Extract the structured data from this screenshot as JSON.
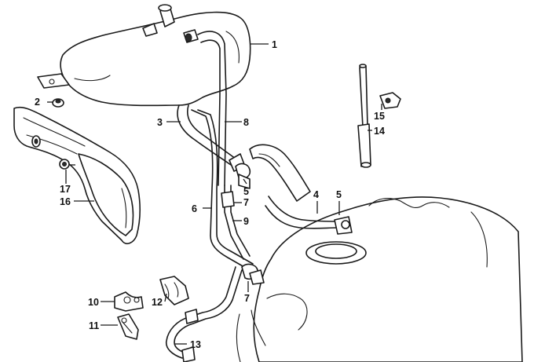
{
  "colors": {
    "line": "#1a1a1a",
    "background": "#ffffff"
  },
  "parts": [
    {
      "id": "p1",
      "label": "1"
    },
    {
      "id": "p2",
      "label": "2"
    },
    {
      "id": "p3",
      "label": "3"
    },
    {
      "id": "p4",
      "label": "4"
    },
    {
      "id": "p5a",
      "label": "5"
    },
    {
      "id": "p5b",
      "label": "5"
    },
    {
      "id": "p6",
      "label": "6"
    },
    {
      "id": "p7a",
      "label": "7"
    },
    {
      "id": "p7b",
      "label": "7"
    },
    {
      "id": "p8",
      "label": "8"
    },
    {
      "id": "p9",
      "label": "9"
    },
    {
      "id": "p10",
      "label": "10"
    },
    {
      "id": "p11",
      "label": "11"
    },
    {
      "id": "p12",
      "label": "12"
    },
    {
      "id": "p13",
      "label": "13"
    },
    {
      "id": "p14",
      "label": "14"
    },
    {
      "id": "p15",
      "label": "15"
    },
    {
      "id": "p16",
      "label": "16"
    },
    {
      "id": "p17",
      "label": "17"
    }
  ]
}
